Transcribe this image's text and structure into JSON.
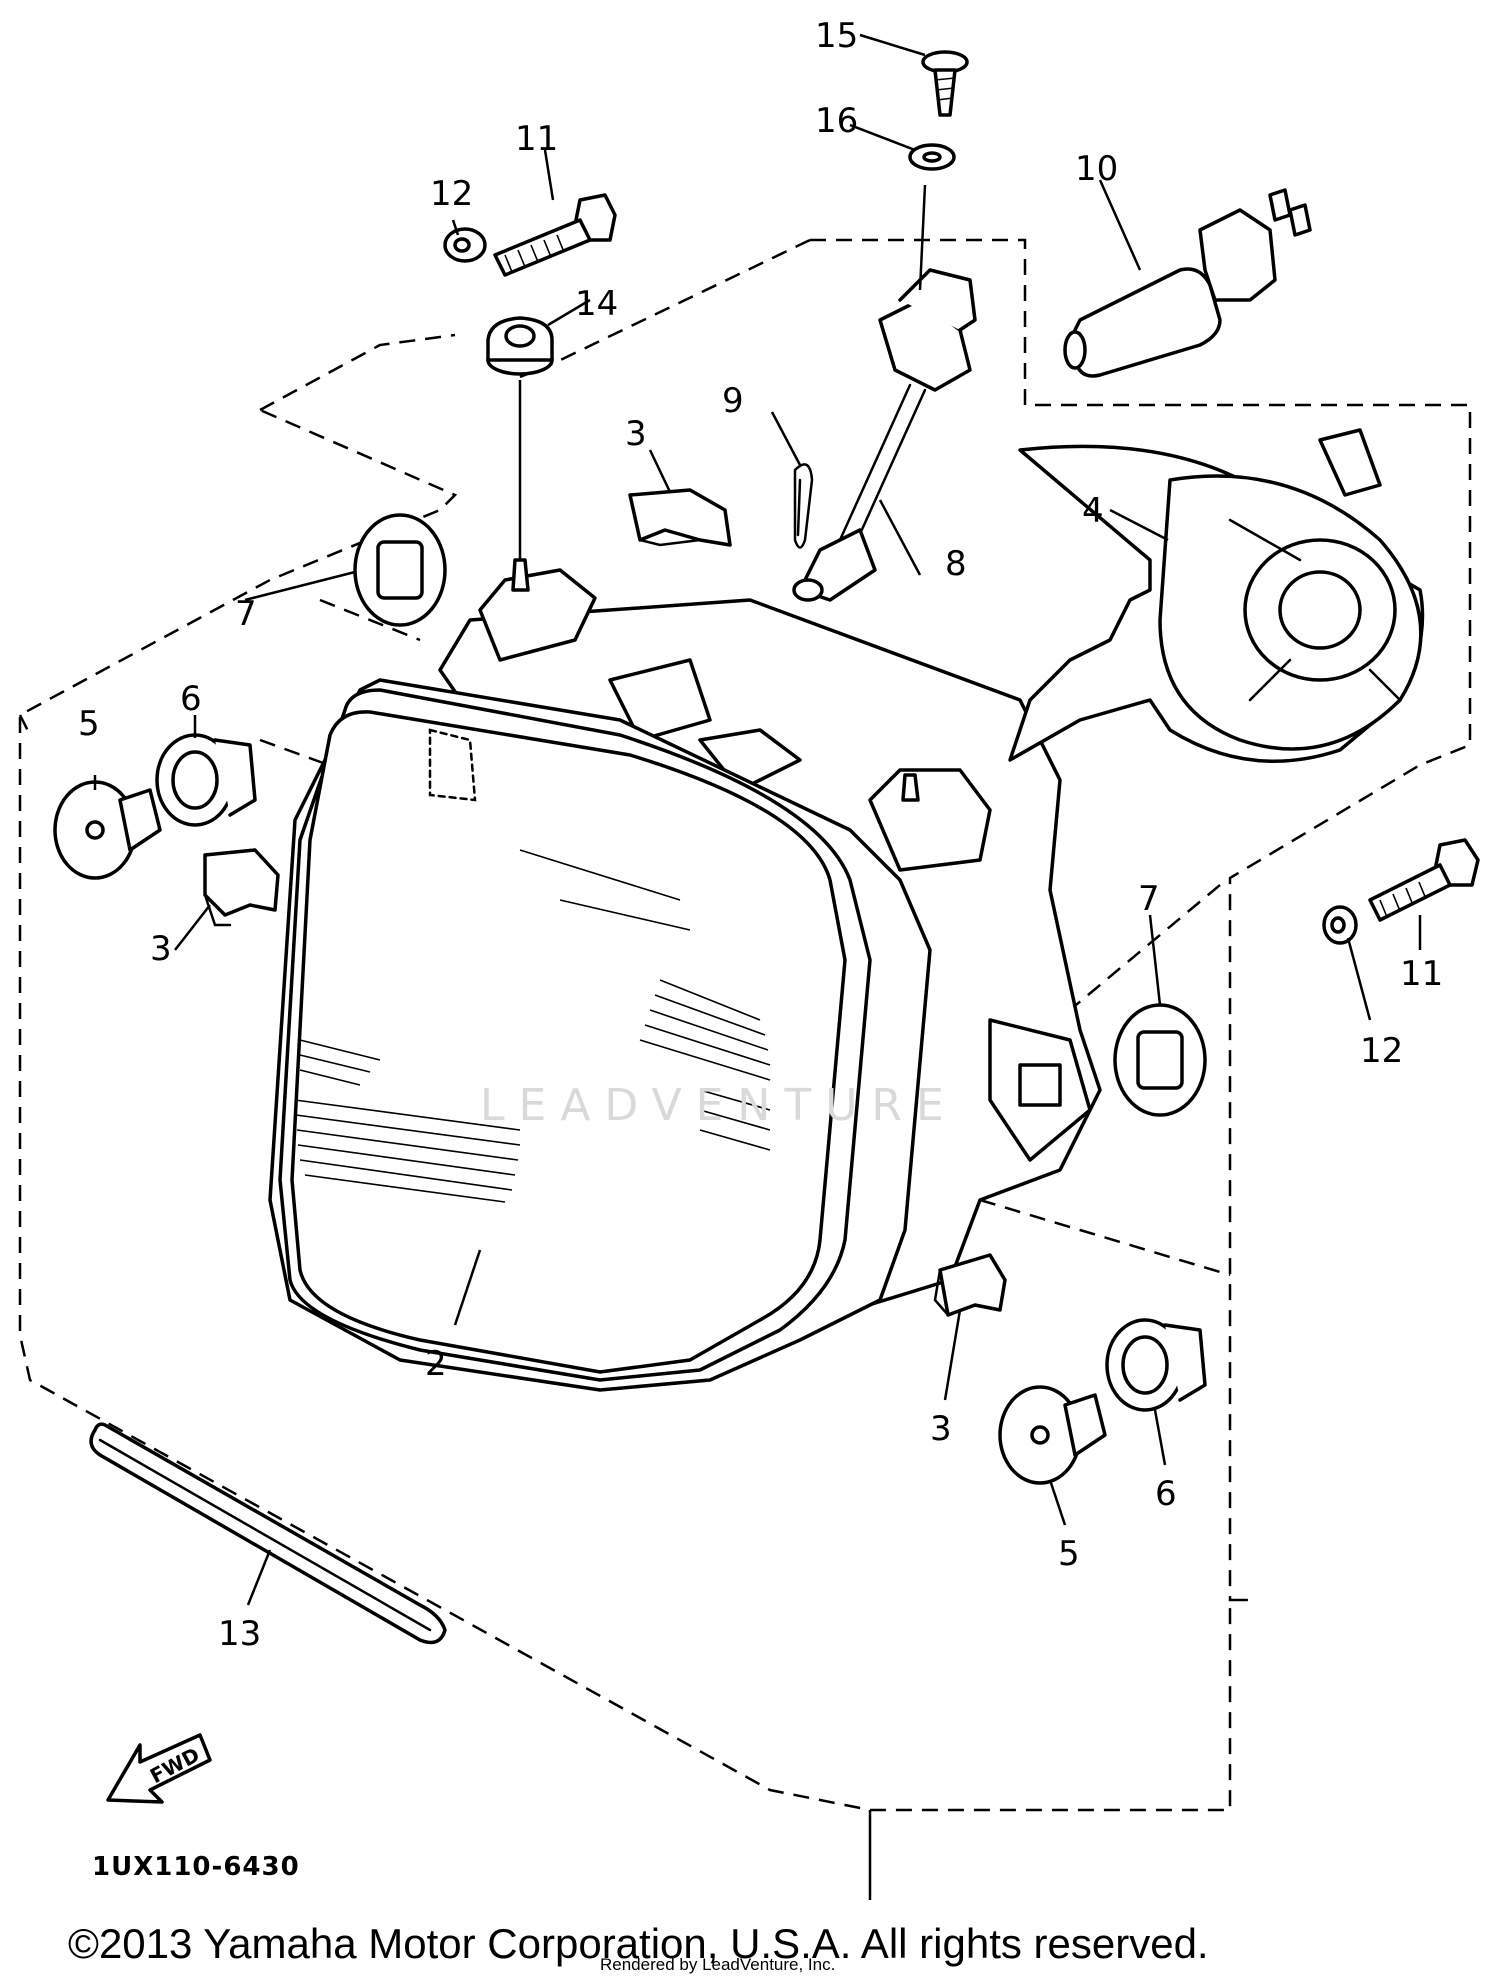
{
  "diagram": {
    "code": "1UX110-6430",
    "watermark": "LEADVENTURE",
    "fwd_arrow_label": "FWD",
    "copyright": "©2013 Yamaha Motor Corporation, U.S.A. All rights reserved.",
    "rendered_by": "Rendered by LeadVenture, Inc."
  },
  "callouts": {
    "c2": "2",
    "c3a": "3",
    "c3b": "3",
    "c3c": "3",
    "c4": "4",
    "c5a": "5",
    "c5b": "5",
    "c6a": "6",
    "c6b": "6",
    "c7a": "7",
    "c7b": "7",
    "c8": "8",
    "c9": "9",
    "c10": "10",
    "c11a": "11",
    "c11b": "11",
    "c12a": "12",
    "c12b": "12",
    "c13": "13",
    "c14": "14",
    "c15": "15",
    "c16": "16"
  },
  "parts": [
    {
      "number": "2",
      "icon": "headlight-unit-icon"
    },
    {
      "number": "3",
      "icon": "clip-icon"
    },
    {
      "number": "4",
      "icon": "bulb-cover-icon"
    },
    {
      "number": "5",
      "icon": "damper-knob-icon"
    },
    {
      "number": "6",
      "icon": "collar-icon"
    },
    {
      "number": "7",
      "icon": "grommet-icon"
    },
    {
      "number": "8",
      "icon": "socket-cord-icon"
    },
    {
      "number": "9",
      "icon": "spring-clip-icon"
    },
    {
      "number": "10",
      "icon": "bulb-icon"
    },
    {
      "number": "11",
      "icon": "bolt-icon"
    },
    {
      "number": "12",
      "icon": "washer-icon"
    },
    {
      "number": "13",
      "icon": "band-strip-icon"
    },
    {
      "number": "14",
      "icon": "damper-icon"
    },
    {
      "number": "15",
      "icon": "screw-icon"
    },
    {
      "number": "16",
      "icon": "washer-icon"
    }
  ]
}
